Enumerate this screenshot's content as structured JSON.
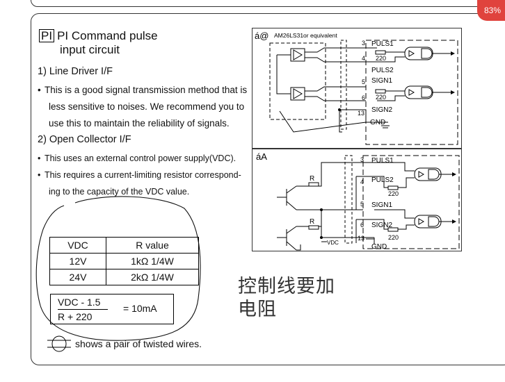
{
  "zoom_badge": "83%",
  "section": {
    "badge": "PI",
    "title_line1": "PI  Command pulse",
    "title_line2": "input circuit"
  },
  "line_driver": {
    "heading": "1) Line Driver I/F",
    "bullet_lines": [
      "This is a good signal transmission method that is",
      "less sensitive to noises. We recommend you to",
      "use this to maintain the reliability of signals."
    ]
  },
  "open_collector": {
    "heading": "2) Open Collector I/F",
    "bullet1": "This uses an external control power supply(VDC).",
    "bullet2_lines": [
      "This requires a current-limiting resistor correspond-",
      "ing to the capacity of the VDC value."
    ]
  },
  "vtable": {
    "headers": [
      "VDC",
      "R value"
    ],
    "rows": [
      [
        "12V",
        "1kΩ 1/4W"
      ],
      [
        "24V",
        "2kΩ 1/4W"
      ]
    ]
  },
  "formula": {
    "numerator": "VDC - 1.5",
    "denominator": "R + 220",
    "result": "= 10mA"
  },
  "twisted_note": "shows a pair of twisted wires.",
  "handwritten_note": [
    "控制线要加",
    "电阻"
  ],
  "diagram1": {
    "label": "á@",
    "device": "AM26LS31or equivalent",
    "pins": [
      "3",
      "4",
      "5",
      "6",
      "13"
    ],
    "signals": [
      "PULS1",
      "PULS2",
      "SIGN1",
      "SIGN2",
      "GND"
    ],
    "resistor": "220"
  },
  "diagram2": {
    "label": "áA",
    "pins": [
      "3",
      "4",
      "5",
      "6",
      "13"
    ],
    "signals": [
      "PULS1",
      "PULS2",
      "SIGN1",
      "SIGN2",
      "GND"
    ],
    "resistor": "220",
    "r_label": "R",
    "vdc_label": "VDC"
  }
}
